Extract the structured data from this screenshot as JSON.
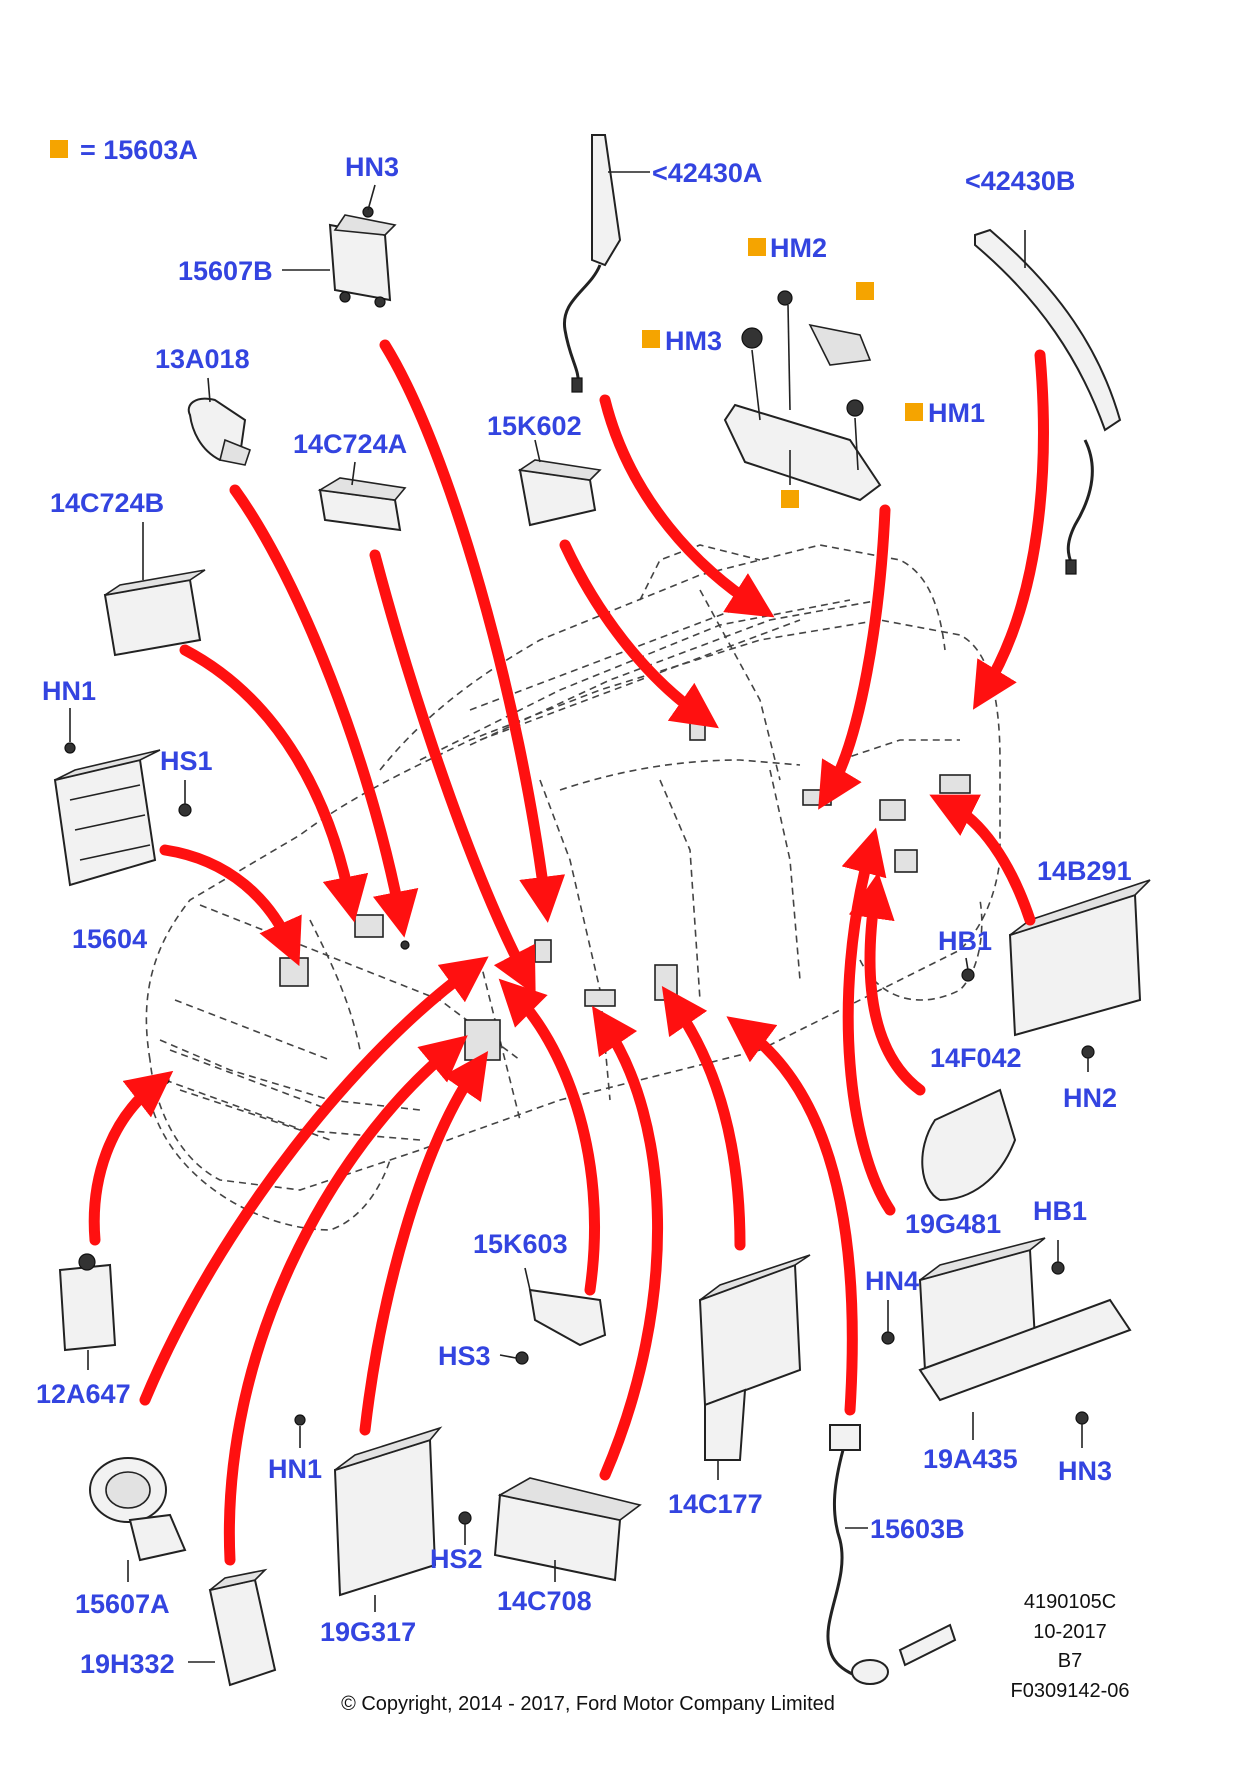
{
  "legend": {
    "text": "= 15603A",
    "marker_color": "#f5a400"
  },
  "label_color": "#3344e0",
  "arrow_color": "#ff1010",
  "labels": {
    "hn3_top": "HN3",
    "p15607b": "15607B",
    "p13a018": "13A018",
    "p14c724a": "14C724A",
    "p14c724b": "14C724B",
    "hn1_left": "HN1",
    "hs1": "HS1",
    "p15604": "15604",
    "p42430a": "<42430A",
    "hm2": "HM2",
    "hm3": "HM3",
    "hm1": "HM1",
    "p42430b": "<42430B",
    "p15k602": "15K602",
    "p14b291": "14B291",
    "hb1_right": "HB1",
    "hn2": "HN2",
    "p14f042": "14F042",
    "p19g481": "19G481",
    "hb1_lower": "HB1",
    "hn4": "HN4",
    "p19a435": "19A435",
    "hn3_lower": "HN3",
    "p15k603": "15K603",
    "hs3": "HS3",
    "p12a647": "12A647",
    "p14c177": "14C177",
    "p15603b": "15603B",
    "hn1_lower": "HN1",
    "hs2": "HS2",
    "p19g317": "19G317",
    "p14c708": "14C708",
    "p15607a": "15607A",
    "p19h332": "19H332"
  },
  "drawing_info": {
    "number": "4190105C",
    "date": "10-2017",
    "rev": "B7",
    "ref": "F0309142-06"
  },
  "copyright": "© Copyright, 2014 - 2017, Ford Motor Company Limited"
}
